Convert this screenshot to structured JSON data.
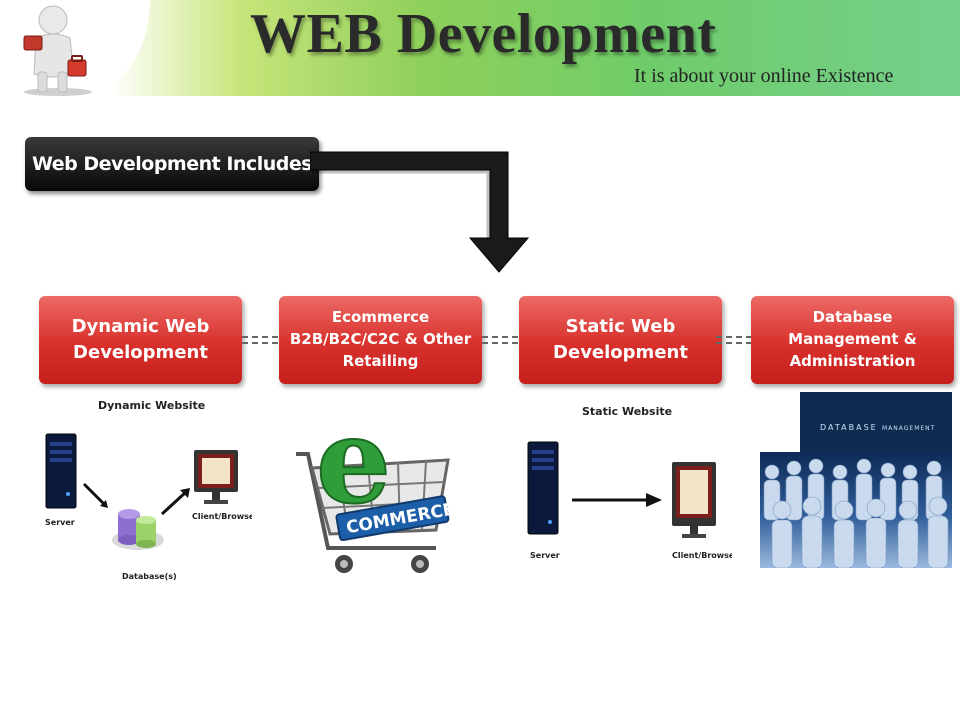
{
  "header": {
    "title": "WEB Development",
    "subtitle": "It is about your online Existence"
  },
  "includes_label": "Web Development Includes",
  "cards": [
    {
      "label": "Dynamic Web Development"
    },
    {
      "label": "Ecommerce B2B/B2C/C2C & Other Retailing"
    },
    {
      "label": "Static Web Development"
    },
    {
      "label": "Database Management & Administration"
    }
  ],
  "dynamic_diagram": {
    "title": "Dynamic Website",
    "server_label": "Server",
    "database_label": "Database(s)",
    "client_label": "Client/Browser"
  },
  "ecommerce_image": {
    "logo_letter": "e",
    "logo_text": "COMMERCE"
  },
  "static_diagram": {
    "title": "Static Website",
    "server_label": "Server",
    "client_label": "Client/Browser"
  },
  "database_image": {
    "text_main": "DATABASE",
    "text_sub": "MANAGEMENT"
  },
  "colors": {
    "card_red": "#d8302b",
    "banner_green": "#6fcc6a",
    "label_black": "#111111"
  }
}
